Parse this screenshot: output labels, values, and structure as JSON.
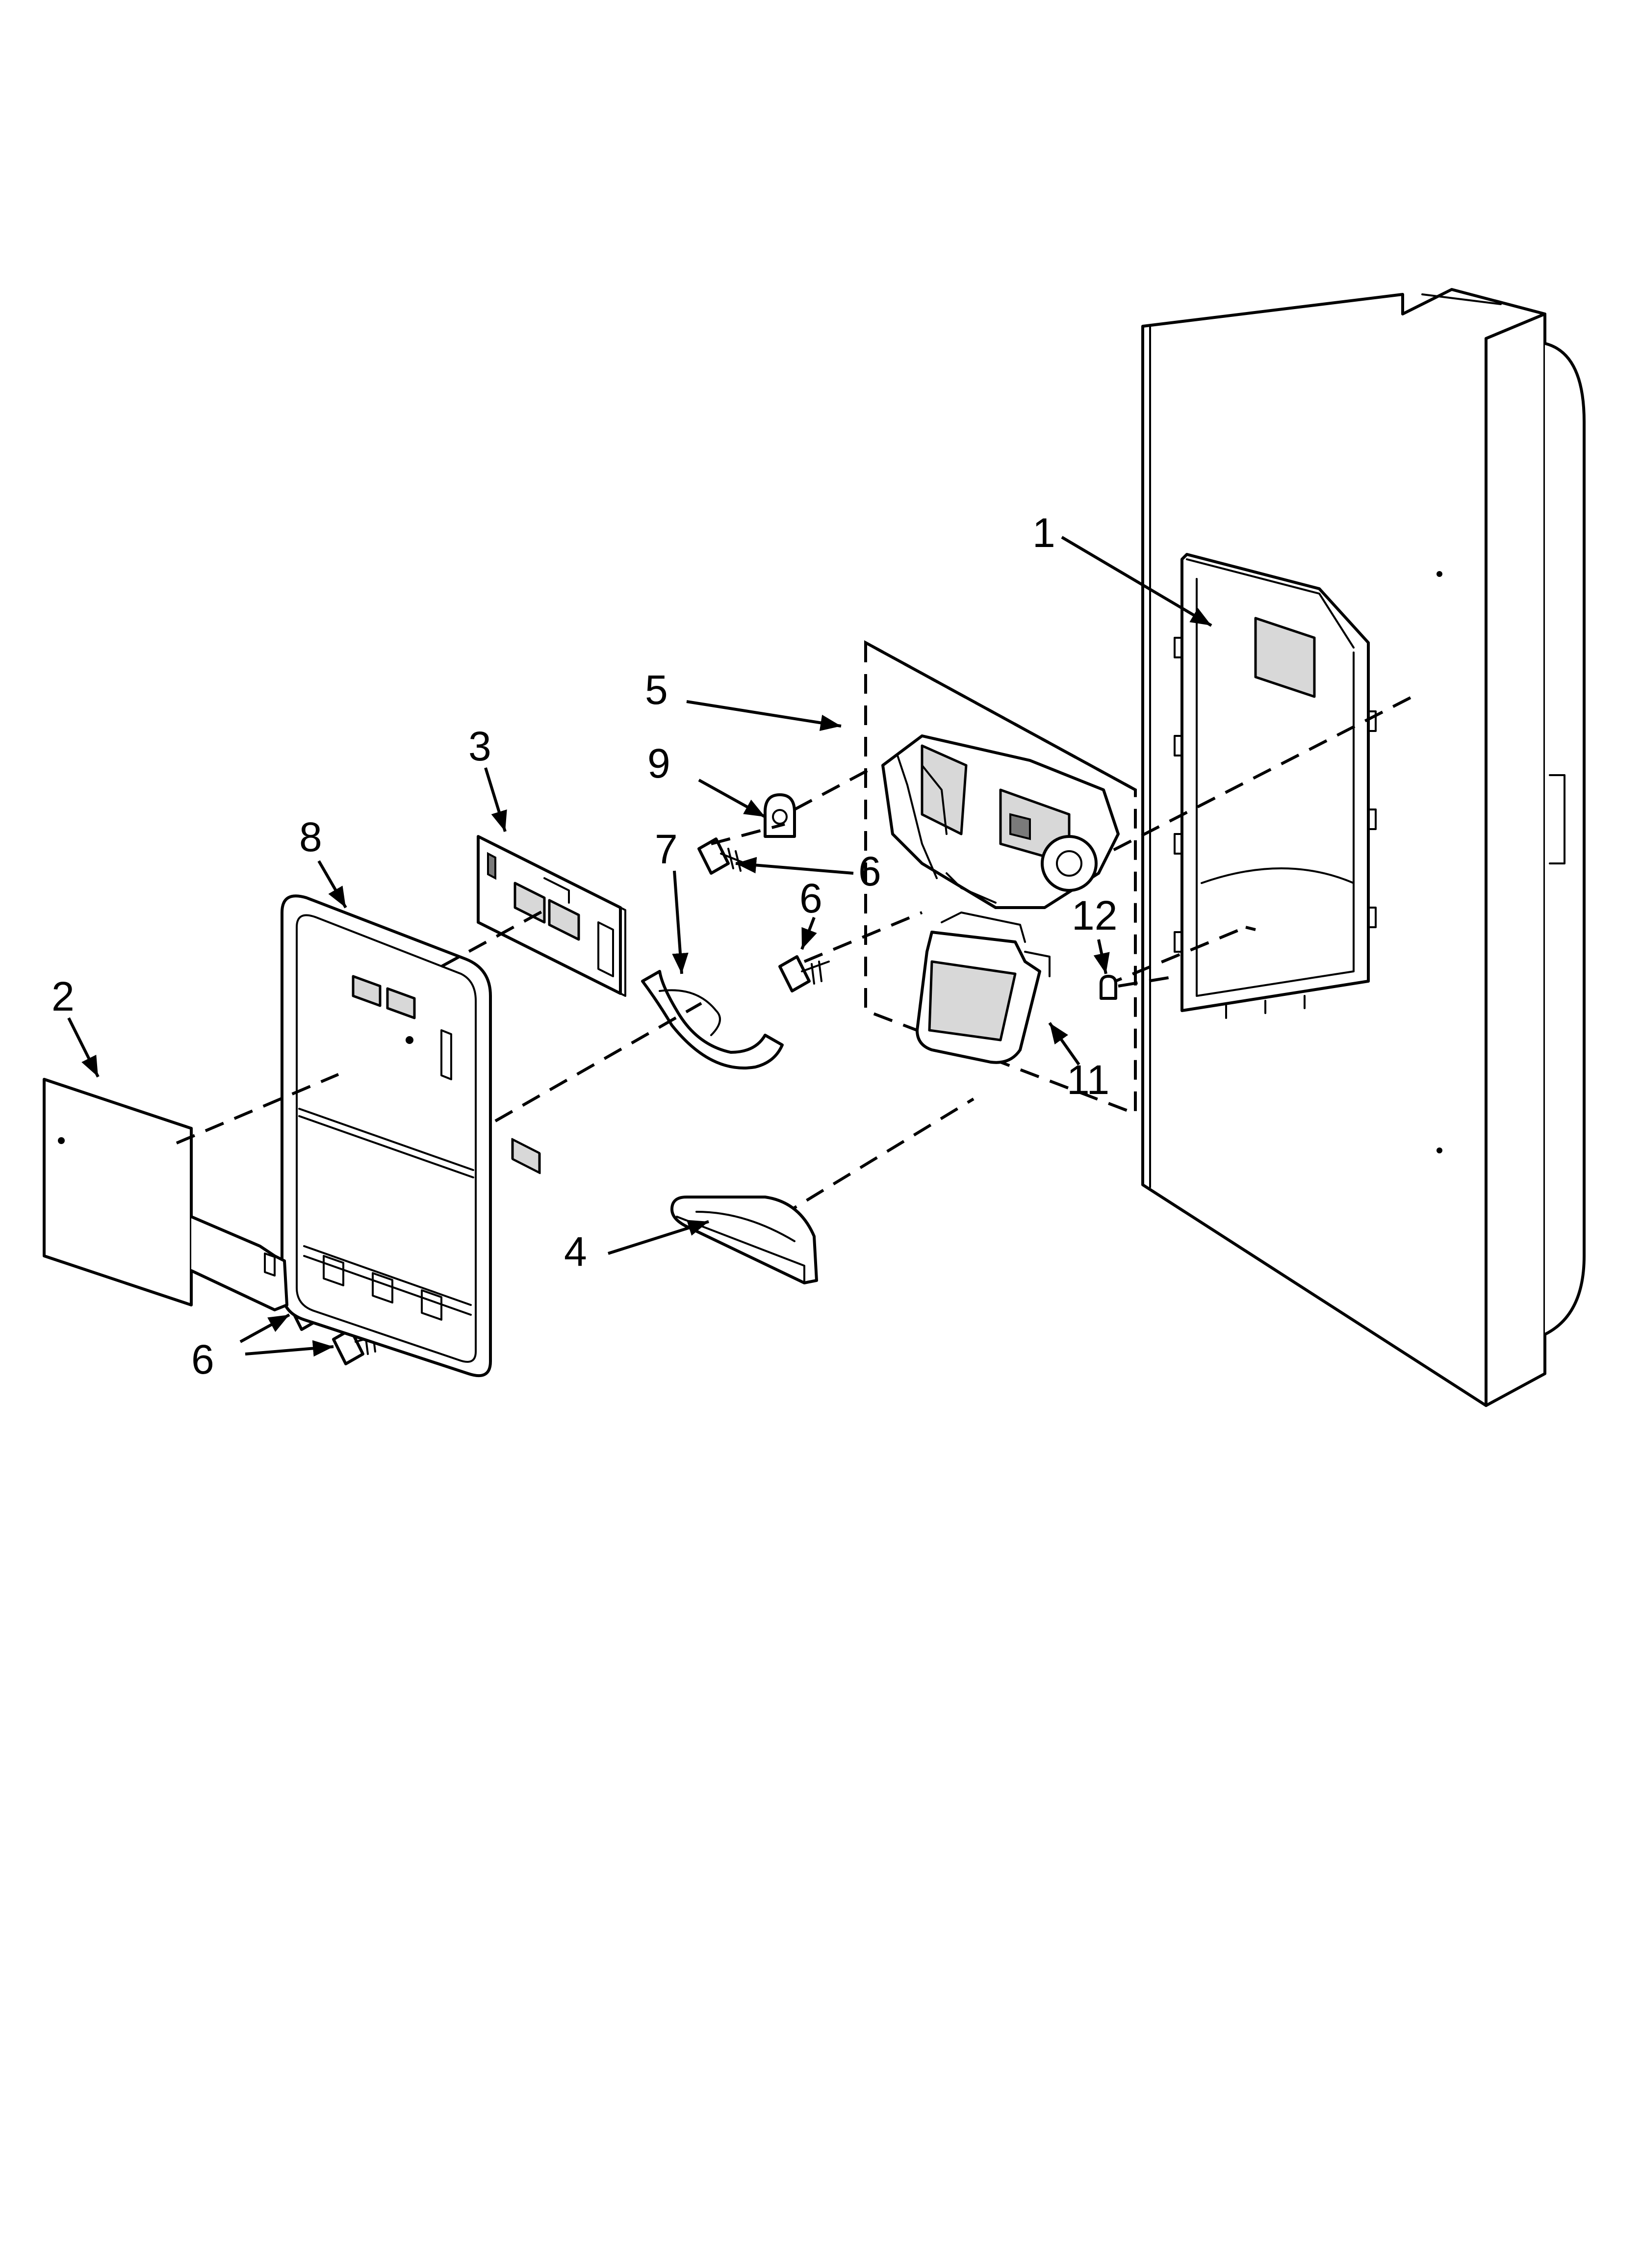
{
  "callouts": {
    "c1": "1",
    "c2": "2",
    "c3": "3",
    "c4": "4",
    "c5": "5",
    "c6a": "6",
    "c6b": "6",
    "c6c": "6",
    "c7": "7",
    "c8": "8",
    "c9": "9",
    "c11": "11",
    "c12": "12"
  }
}
